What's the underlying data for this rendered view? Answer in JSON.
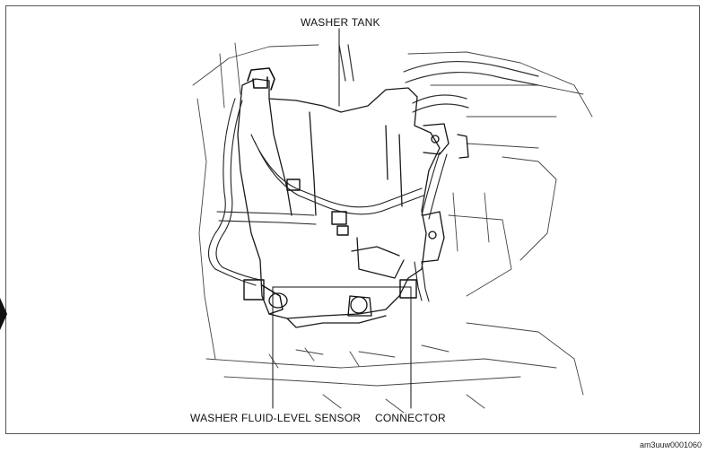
{
  "labels": {
    "washer_tank": "WASHER TANK",
    "fluid_level_sensor": "WASHER FLUID-LEVEL SENSOR",
    "connector": "CONNECTOR"
  },
  "figure_code": "am3uuw0001060"
}
